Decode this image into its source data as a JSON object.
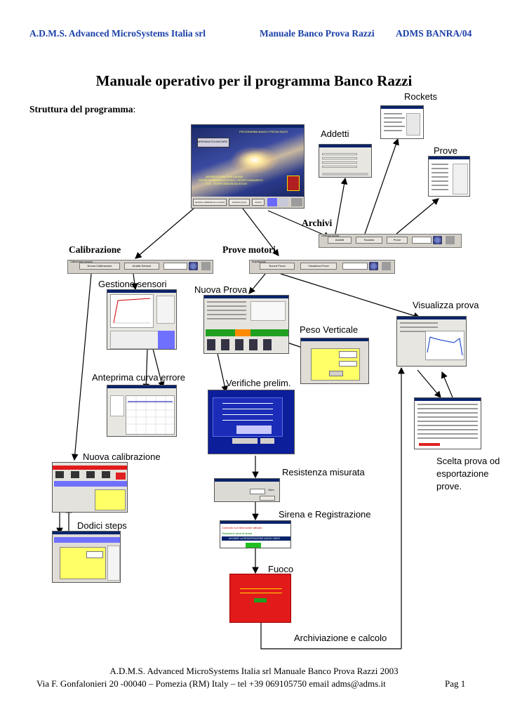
{
  "header": {
    "company": "A.D.M.S. Advanced MicroSystems Italia srl",
    "manual": "Manuale Banco Prova Razzi",
    "code": "ADMS BANRA/04"
  },
  "title": "Manuale operativo per il programma Banco Razzi",
  "structure_label": "Struttura del programma",
  "structure_colon": ":",
  "labels": {
    "rockets": "Rockets",
    "addetti": "Addetti",
    "prove": "Prove",
    "archivi": "Archivi",
    "calibrazione": "Calibrazione",
    "prove_motori": "Prove motori",
    "gestione_sensori": "Gestione sensori",
    "nuova_prova": "Nuova Prova",
    "visualizza_prova": "Visualizza prova",
    "peso_verticale": "Peso Verticale",
    "anteprima_curva": "Anteprima curva errore",
    "verifiche_prelim": "Verifiche prelim.",
    "nuova_calibrazione": "Nuova calibrazione",
    "resistenza": "Resistenza misurata",
    "dodici_steps": "Dodici steps",
    "sirena": "Sirena e Registrazione",
    "fuoco": "Fuoco",
    "archiviazione": "Archiviazione e calcolo",
    "scelta_1": "Scelta prova od",
    "scelta_2": "esportazione",
    "scelta_3": "prove."
  },
  "main_window": {
    "caption": "PROGRAMMA BANCO PROVA RAZZI",
    "logo_text": "AERONAUTICA MILITARE",
    "line1": "AERONAUTICA MILITARE ITALIANA",
    "line2": "CENTRO SPERIMENTALE DI VOLO - REPARTO ARMAMENTO",
    "line3": "G.I.B. - GRUPPO INDAGINI BALISTICHE",
    "btn_calib": "Gestione Calibrazione e sensori",
    "btn_prove": "Gestione prove",
    "btn_archivi": "Archivi"
  },
  "toolbars": {
    "archivi": {
      "title": "Gestione Archivi",
      "b1": "Addetti",
      "b2": "Rockets",
      "b3": "Prove",
      "uscita": "Uscita"
    },
    "calib": {
      "title": "Calibrazione sensori",
      "b1": "Nuova Calibrazione",
      "b2": "Analisi Sensori",
      "uscita": "Uscita"
    },
    "prove": {
      "title": "Acquisizione",
      "b1": "Nuova Prova",
      "b2": "Visualizza Prove",
      "uscita": "Uscita"
    }
  },
  "small_screens": {
    "resistenza_value": "Ohm",
    "sirena_line1": "Controllo non Microonde attivato",
    "sirena_line2": "Situazione area di ripara",
    "sirena_line3": "AVVIARE LA REGISTRAZIONE AUDIO VIDEO"
  },
  "footer": {
    "line1": "A.D.M.S. Advanced MicroSystems Italia srl     Manuale Banco Prova Razzi 2003",
    "line2": "Via F. Gonfalonieri 20 -00040 – Pomezia (RM) Italy – tel +39 069105750 email adms@adms.it",
    "page": "Pag 1"
  },
  "colors": {
    "header_blue": "#1a3fa8",
    "window_blue": "#0a246a",
    "fuoco_red": "#e21a1a",
    "panel_yellow": "#ffff66"
  }
}
